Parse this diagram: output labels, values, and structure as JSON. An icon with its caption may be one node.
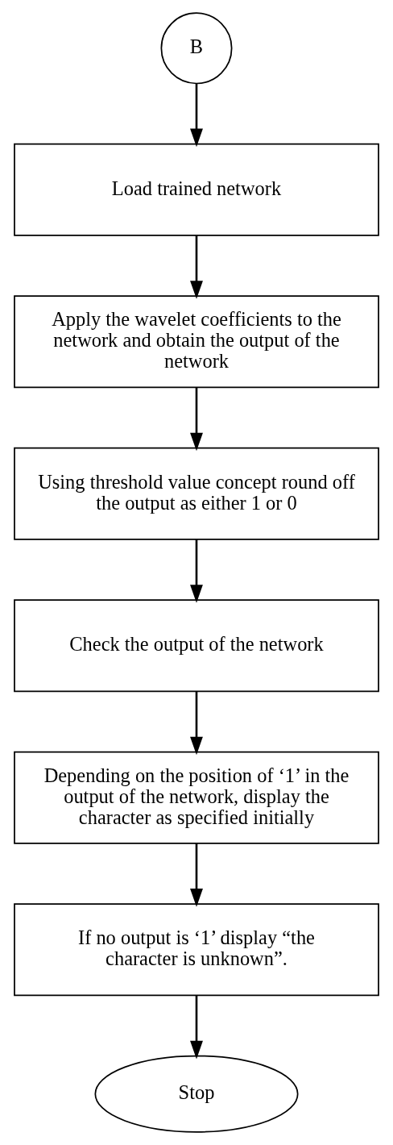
{
  "diagram": {
    "nodes": [
      {
        "text": [
          "B"
        ]
      },
      {
        "text": [
          "Load trained network"
        ]
      },
      {
        "text": [
          "Apply the wavelet coefficients to the network and obtain the output of the network"
        ]
      },
      {
        "text": [
          "Using threshold value concept round off the output as either 1 or 0"
        ]
      },
      {
        "text": [
          "Check the output of the network"
        ]
      },
      {
        "text": [
          "Depending on the position of ‘1’ in the output of the network, display the character as specified initially"
        ]
      },
      {
        "text": [
          "If no output is ‘1’ display “the character is unknown”."
        ]
      },
      {
        "text": [
          "Stop"
        ]
      }
    ],
    "edges": [
      {
        "from": 0,
        "to": 1,
        "arrow": "to"
      },
      {
        "from": 1,
        "to": 2,
        "arrow": "to"
      },
      {
        "from": 2,
        "to": 3,
        "arrow": "to"
      },
      {
        "from": 3,
        "to": 4,
        "arrow": "to"
      },
      {
        "from": 4,
        "to": 5,
        "arrow": "to"
      },
      {
        "from": 5,
        "to": 6,
        "arrow": "to"
      },
      {
        "from": 6,
        "to": 7,
        "arrow": "to"
      }
    ]
  }
}
